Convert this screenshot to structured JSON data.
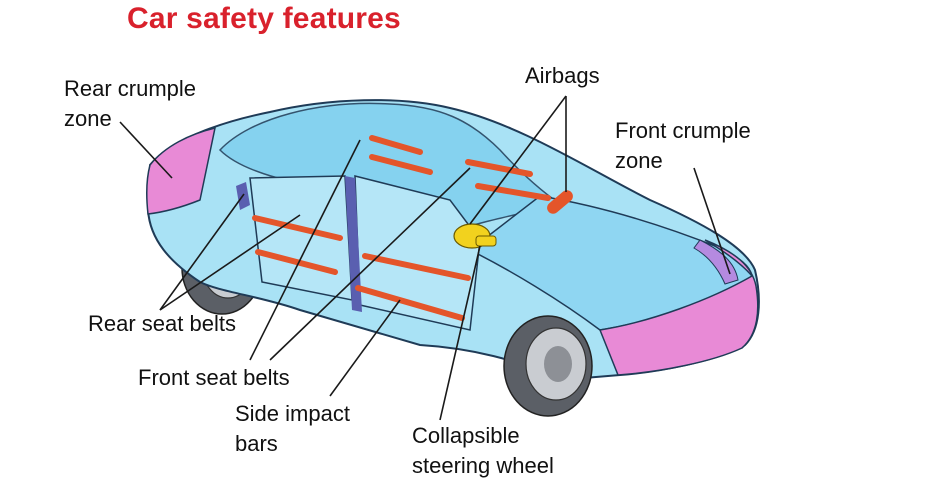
{
  "title": "Car safety features",
  "labels": {
    "rear_crumple_zone": [
      "Rear crumple",
      "zone"
    ],
    "airbags": "Airbags",
    "front_crumple_zone": [
      "Front crumple",
      "zone"
    ],
    "rear_seat_belts": "Rear seat belts",
    "front_seat_belts": "Front seat belts",
    "side_impact_bars": [
      "Side impact",
      "bars"
    ],
    "collapsible_steering_wheel": [
      "Collapsible",
      "steering wheel"
    ]
  },
  "colors": {
    "title": "#d9212c",
    "body": "#a9e2f5",
    "crumple_zone": "#e88ad6",
    "belts": "#e4552a",
    "pillars": "#5a5fb0",
    "steering_wheel": "#f2d21e",
    "tyre": "#5b5f66"
  }
}
